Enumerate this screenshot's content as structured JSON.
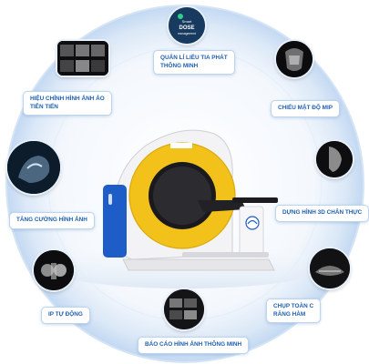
{
  "center_logo": {
    "line1": "Smart",
    "line2": "DOSE",
    "line3": "management"
  },
  "features": [
    {
      "id": "dose",
      "text": "QUẢN LÍ LIỀU TIA PHÁT\nTHÔNG MINH"
    },
    {
      "id": "image-correction",
      "text": "HIỆU CHỈNH HÌNH ẢNH ẢO\nTIÊN TIẾN"
    },
    {
      "id": "mip",
      "text": "CHIẾU MẬT ĐỘ MIP"
    },
    {
      "id": "enhance",
      "text": "TĂNG CƯỜNG HÌNH ẢNH"
    },
    {
      "id": "render-3d",
      "text": "DỰNG HÌNH 3D CHÂN THỰC"
    },
    {
      "id": "auto-scan",
      "text": "IP TỰ ĐỘNG"
    },
    {
      "id": "full-scan",
      "text": "CHỤP TOÀN C\nRĂNG HÀM"
    },
    {
      "id": "report",
      "text": "BÁO CÁO HÌNH ẢNH THÔNG MINH"
    }
  ],
  "colors": {
    "accent": "#1f5fae",
    "halo": "#cfe2f7",
    "scanner_yellow": "#f2c21a",
    "scanner_blue": "#1e5cc8"
  }
}
